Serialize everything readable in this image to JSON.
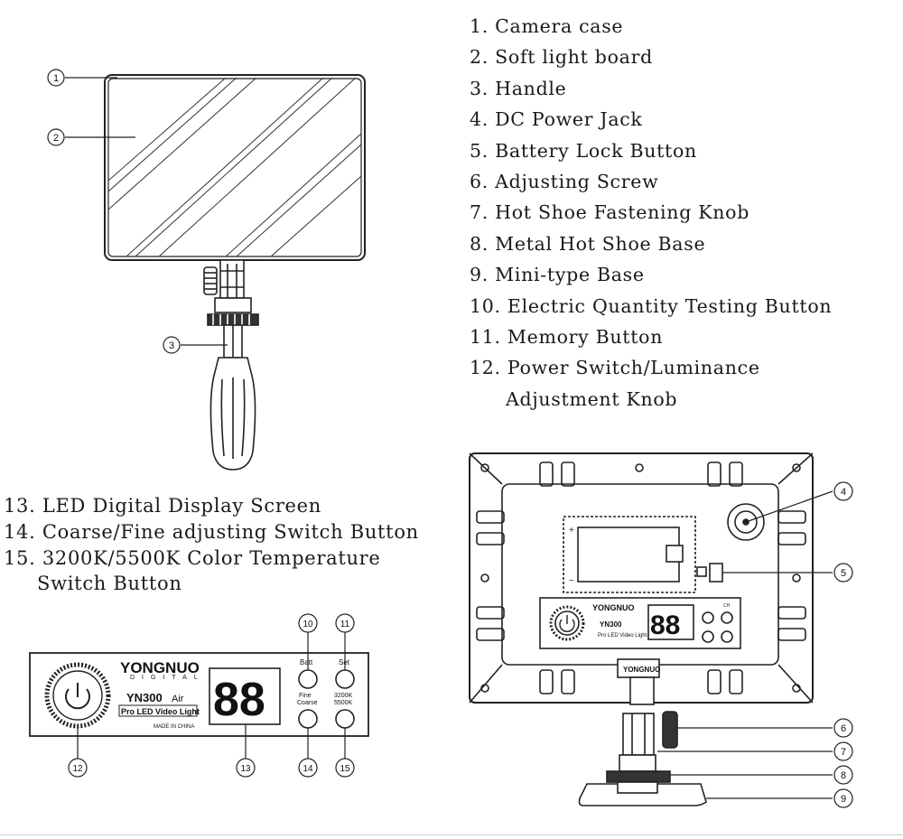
{
  "legend_right": [
    "1. Camera case",
    "2. Soft light board",
    "3. Handle",
    "4. DC Power Jack",
    "5. Battery Lock Button",
    "6. Adjusting Screw",
    "7. Hot Shoe Fastening Knob",
    "8. Metal Hot Shoe Base",
    "9. Mini-type Base",
    "10. Electric Quantity Testing Button",
    "11. Memory Button",
    "12. Power Switch/Luminance",
    "Adjustment Knob"
  ],
  "legend_left": [
    "13. LED Digital Display Screen",
    "14. Coarse/Fine adjusting Switch Button",
    "15. 3200K/5500K Color Temperature",
    "Switch Button"
  ],
  "callouts": [
    "1",
    "2",
    "3",
    "4",
    "5",
    "6",
    "7",
    "8",
    "9",
    "10",
    "11",
    "12",
    "13",
    "14",
    "15"
  ],
  "panel": {
    "brand": "YONGNUO",
    "brand_sub": "DIGITAL",
    "model": "YN300",
    "model_suffix": "Air",
    "product_line": "Pro LED Video Light",
    "made_in": "MADE IN CHINA",
    "display": "88",
    "batt_label": "Batt",
    "set_label": "Set",
    "fine_label": "Fine",
    "coarse_label": "Coarse",
    "k3200_label": "3200K",
    "k5500_label": "5500K",
    "ch_label": "CH",
    "rear_brand": "YONGNUO"
  }
}
